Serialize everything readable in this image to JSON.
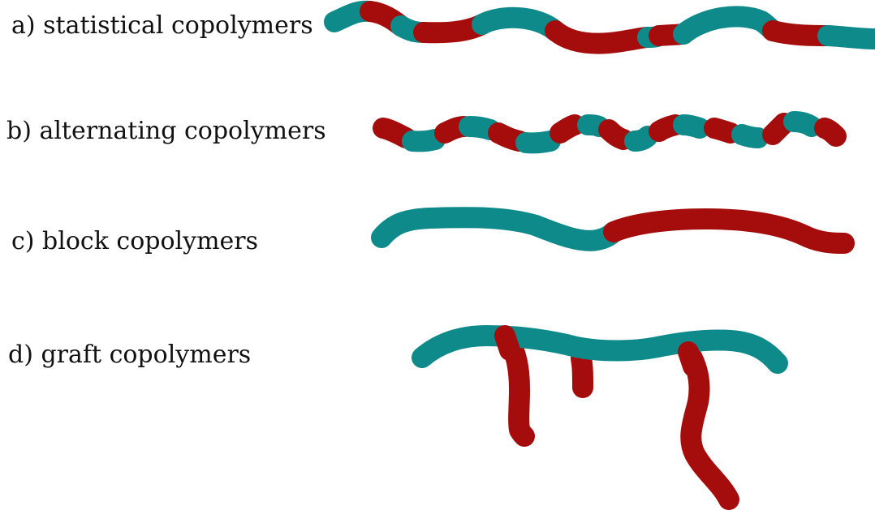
{
  "colors": {
    "teal": "#0e8a8a",
    "red": "#a50d0d",
    "text": "#111111",
    "background": "#ffffff"
  },
  "labels": {
    "a": "a) statistical copolymers",
    "b": "b) alternating copolymers",
    "c": "c) block copolymers",
    "d": "d) graft copolymers"
  }
}
